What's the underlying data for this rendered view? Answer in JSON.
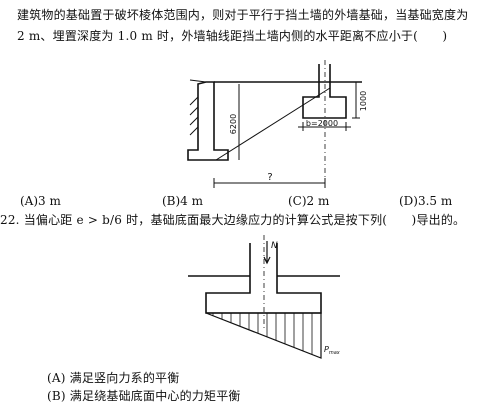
{
  "q21": {
    "line1": "建筑物的基础置于破坏棱体范围内，则对于平行于挡土墙的外墙基础，当基础宽度为",
    "line2": "2 m、埋置深度为 1.0 m 时，外墙轴线距挡土墙内侧的水平距离不应小于(　　)",
    "figure": {
      "depth_label": "1000",
      "height_label": "6200",
      "width_label": "b=2000",
      "unknown_label": "?"
    },
    "options": [
      "(A)3 m",
      "(B)4 m",
      "(C)2 m",
      "(D)3.5 m"
    ]
  },
  "q22": {
    "stem": "22. 当偏心距 e > b/6 时，基础底面最大边缘应力的计算公式是按下列(　　)导出的。",
    "figure": {
      "load_label": "N",
      "pmax_label": "P"
    },
    "options": [
      "(A) 满足竖向力系的平衡",
      "(B) 满足绕基础底面中心的力矩平衡"
    ]
  }
}
